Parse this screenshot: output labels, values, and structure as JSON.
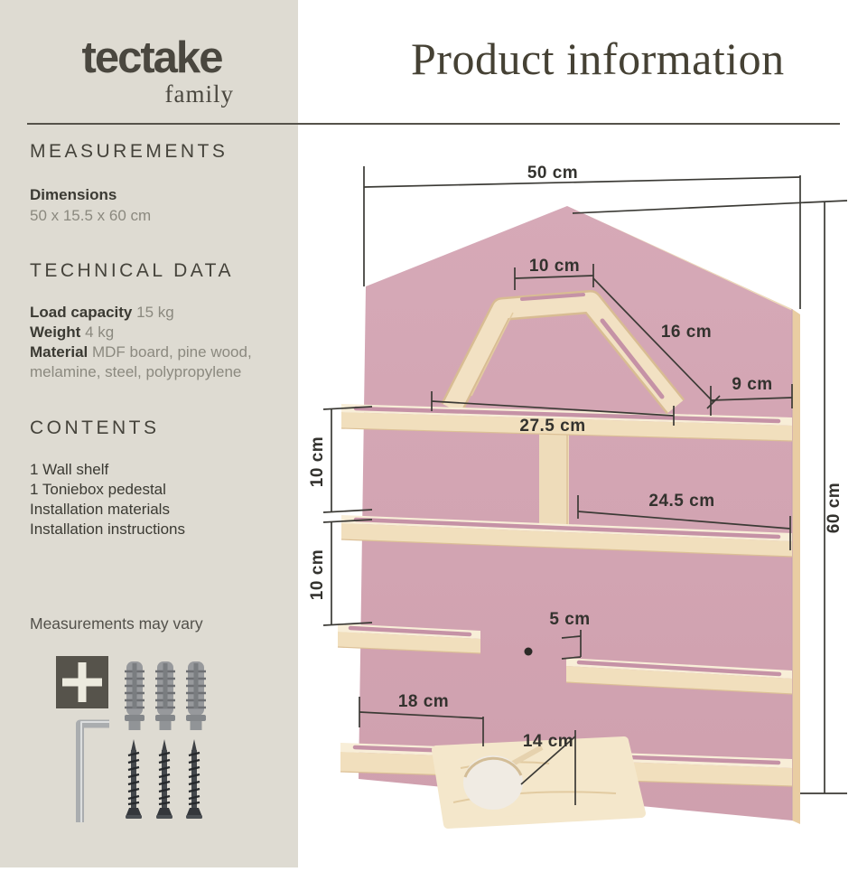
{
  "brand": {
    "name": "tectake",
    "sub": "family"
  },
  "header": {
    "title": "Product information"
  },
  "sidebar": {
    "measurements": {
      "heading": "MEASUREMENTS",
      "dimensions_label": "Dimensions",
      "dimensions_value": "50 x 15.5 x 60 cm"
    },
    "technical": {
      "heading": "TECHNICAL DATA",
      "load_label": "Load capacity",
      "load_value": "15 kg",
      "weight_label": "Weight",
      "weight_value": "4 kg",
      "material_label": "Material",
      "material_value": "MDF board, pine wood, melamine, steel, polypropylene"
    },
    "contents": {
      "heading": "CONTENTS",
      "items": [
        "1 Wall shelf",
        "1 Toniebox pedestal",
        "Installation materials",
        "Installation instructions"
      ]
    },
    "note": "Measurements may vary",
    "hardware": {
      "plug_count": 3,
      "screw_count": 3,
      "icons": [
        "plus-icon",
        "allen-key-icon",
        "wall-plug-icon",
        "screw-icon"
      ]
    }
  },
  "diagram": {
    "dims": {
      "top_width": "50 cm",
      "right_height": "60 cm",
      "roof_top": "10 cm",
      "roof_slope": "16 cm",
      "roof_side": "9 cm",
      "shelf_row1": "27.5 cm",
      "gap1": "10 cm",
      "shelf_row2": "24.5 cm",
      "gap2": "10 cm",
      "hole_offset": "5 cm",
      "bottom_shelf": "18 cm",
      "pedestal_depth": "14 cm"
    },
    "colors": {
      "panel_pink": "#d3a4b3",
      "wood": "#f1dfbd",
      "wood_top": "#f8eed8",
      "slot_pink": "#c592a6",
      "line": "#3b3a35",
      "sidebar_beige": "#dedbd2"
    }
  }
}
